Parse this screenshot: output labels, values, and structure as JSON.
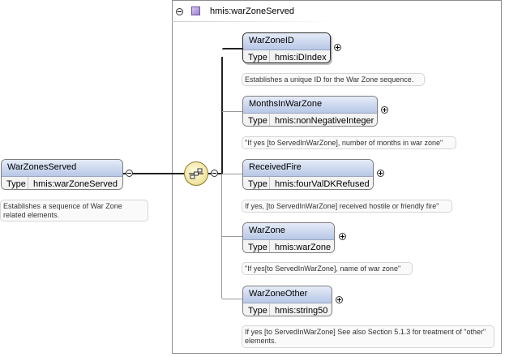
{
  "type_label": "Type",
  "complex_type": {
    "name": "hmis:warZoneServed"
  },
  "root": {
    "name": "WarZonesServed",
    "type": "hmis:warZoneServed",
    "annotation": "Establishes a sequence of War Zone related elements."
  },
  "elements": [
    {
      "name": "WarZoneID",
      "type": "hmis:iDIndex",
      "annotation": "Establishes a unique ID for the War Zone sequence."
    },
    {
      "name": "MonthsInWarZone",
      "type": "hmis:nonNegativeInteger",
      "annotation": "\"If yes [to ServedInWarZone], number of months in war zone\""
    },
    {
      "name": "ReceivedFire",
      "type": "hmis:fourValDKRefused",
      "annotation": "If yes, [to ServedInWarZone] received hostile or friendly fire\""
    },
    {
      "name": "WarZone",
      "type": "hmis:warZone",
      "annotation": "\"If yes[to ServedInWarZone], name of war zone\""
    },
    {
      "name": "WarZoneOther",
      "type": "hmis:string50",
      "annotation": "If yes [to ServedInWarZone] See also Section 5.1.3 for treatment of \"other\" elements."
    }
  ],
  "icons": {
    "collapse": "minus-circle-icon",
    "expand": "plus-circle-icon",
    "sequence": "sequence-compositor-icon",
    "complex_type": "complex-type-icon"
  },
  "colors": {
    "element_header_top": "#e6ecf8",
    "element_header_bottom": "#b7c7e6",
    "sequence_fill": "#f3e6a6",
    "complex_type_icon": "#9d7fd0"
  }
}
